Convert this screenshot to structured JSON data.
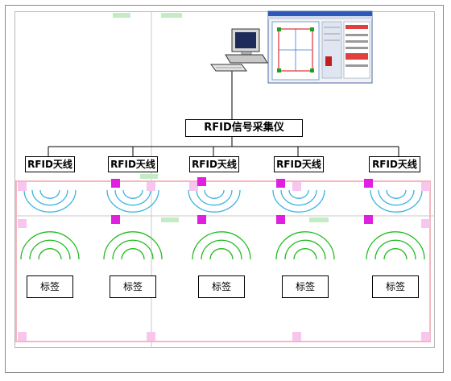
{
  "reader": {
    "label": "RFID信号采集仪"
  },
  "antennas": [
    {
      "label": "RFID天线"
    },
    {
      "label": "RFID天线"
    },
    {
      "label": "RFID天线"
    },
    {
      "label": "RFID天线"
    },
    {
      "label": "RFID天线"
    }
  ],
  "tags": [
    {
      "label": "标签"
    },
    {
      "label": "标签"
    },
    {
      "label": "标签"
    },
    {
      "label": "标签"
    },
    {
      "label": "标签"
    }
  ],
  "icons": {
    "computer": "computer-icon",
    "software": "software-screenshot"
  },
  "colors": {
    "zone_border": "#f4b8c0",
    "marker_magenta": "#e020e0",
    "marker_pink": "#f6c6ee",
    "wave_antenna": "#3cb4e0",
    "wave_tag": "#22bb22",
    "green_patch": "#c4ecc4"
  }
}
